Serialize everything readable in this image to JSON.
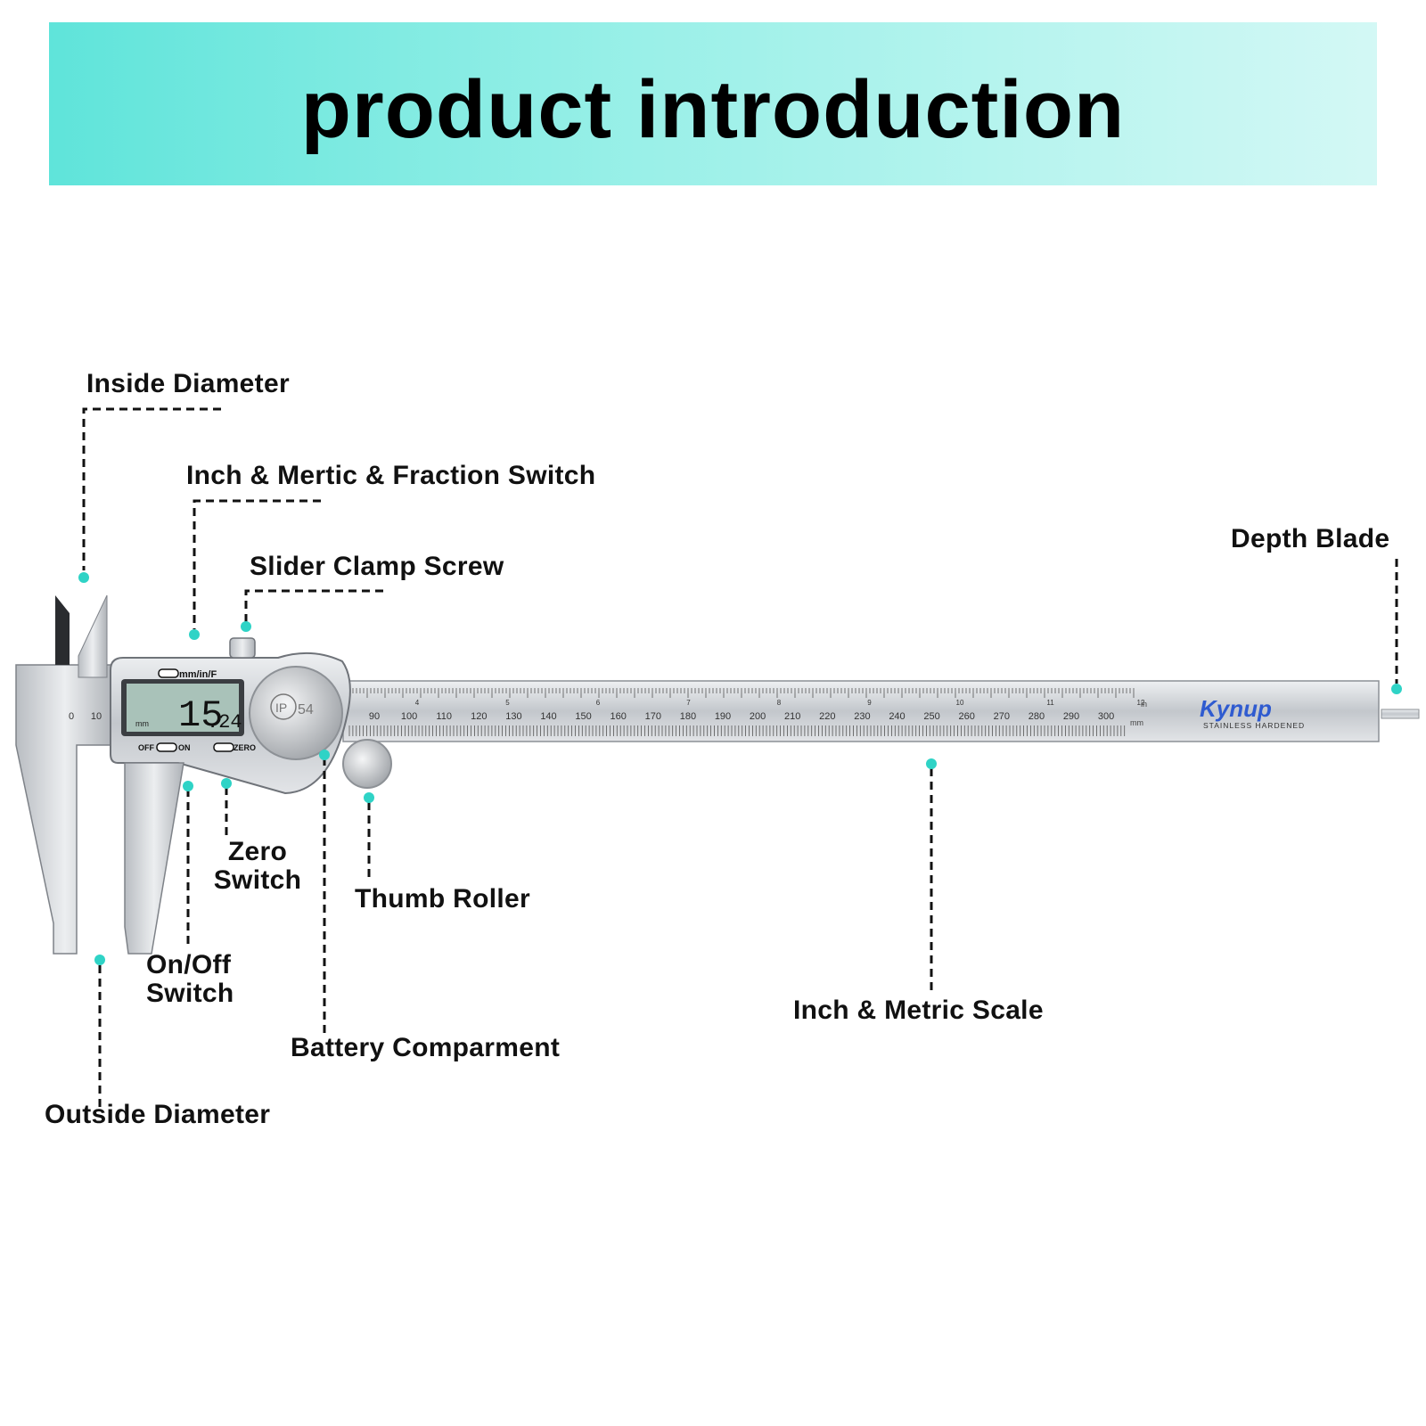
{
  "banner": {
    "title": "product introduction",
    "color_from": "#5fe4da",
    "color_to": "#d3f8f5"
  },
  "labels": {
    "inside_diameter": "Inside Diameter",
    "fraction_switch": "Inch & Mertic & Fraction Switch",
    "slider_clamp_screw": "Slider Clamp Screw",
    "depth_blade": "Depth Blade",
    "zero_switch_line1": "Zero",
    "zero_switch_line2": "Switch",
    "thumb_roller": "Thumb Roller",
    "onoff_switch_line1": "On/Off",
    "onoff_switch_line2": "Switch",
    "battery_compartment": "Battery Comparment",
    "inch_metric_scale": "Inch & Metric Scale",
    "outside_diameter": "Outside Diameter"
  },
  "caliper": {
    "display_value": "15",
    "display_decimal": ".24",
    "display_unit": "mm",
    "mode_button_label": "mm/in/F",
    "off_label": "OFF",
    "on_label": "ON",
    "zero_label": "ZERO",
    "ip_rating_prefix": "IP",
    "ip_rating_number": "54",
    "brand": "Kynup",
    "brand_sub": "STAINLESS HARDENED",
    "inch_unit": "in",
    "mm_unit": "mm",
    "mm_scale_labels": [
      "0",
      "10",
      "90",
      "100",
      "110",
      "120",
      "130",
      "140",
      "150",
      "160",
      "170",
      "180",
      "190",
      "200",
      "210",
      "220",
      "230",
      "240",
      "250",
      "260",
      "270",
      "280",
      "290",
      "300"
    ],
    "inch_scale_labels": [
      "4",
      "5",
      "6",
      "7",
      "8",
      "9",
      "10",
      "11",
      "12"
    ]
  },
  "colors": {
    "accent_dot": "#2fd3c6",
    "steel": "#c9ccd0",
    "lcd": "#a9c2b9"
  }
}
